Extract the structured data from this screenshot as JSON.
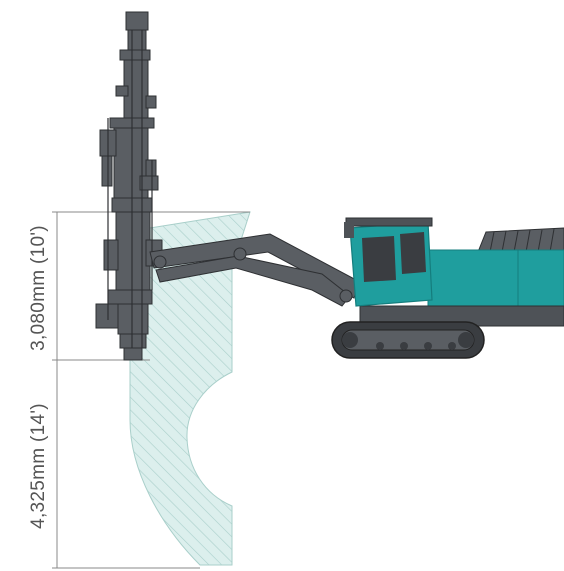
{
  "dimensions": {
    "upper": {
      "label": "3,080mm (10')",
      "value_mm": 3080,
      "value_ft": 10
    },
    "lower": {
      "label": "4,325mm (14')",
      "value_mm": 4325,
      "value_ft": 14
    }
  },
  "icons": {
    "machine": "drill-rig-icon",
    "reach": "reach-envelope-icon"
  },
  "colors": {
    "cab": "#1f9e9e",
    "cab_dark": "#157d7d",
    "body": "#5a5e63",
    "body_dark": "#3a3d41",
    "envelope_fill": "#dcefed",
    "envelope_line": "#a9cfca",
    "dimension_line": "#777777"
  }
}
